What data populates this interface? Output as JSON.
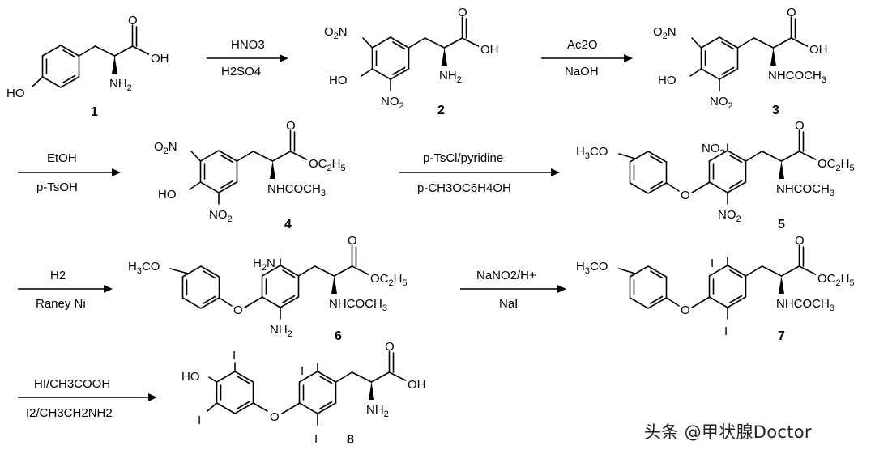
{
  "steps": [
    {
      "reagent_top": "HNO3",
      "reagent_bottom": "H2SO4"
    },
    {
      "reagent_top": "Ac2O",
      "reagent_bottom": "NaOH"
    },
    {
      "reagent_top": "EtOH",
      "reagent_bottom": "p-TsOH"
    },
    {
      "reagent_top": "p-TsCl/pyridine",
      "reagent_bottom": "p-CH3OC6H4OH"
    },
    {
      "reagent_top": "H2",
      "reagent_bottom": "Raney Ni"
    },
    {
      "reagent_top": "NaNO2/H+",
      "reagent_bottom": "NaI"
    },
    {
      "reagent_top": "HI/CH3COOH",
      "reagent_bottom": "I2/CH3CH2NH2"
    }
  ],
  "compounds": [
    {
      "number": "1"
    },
    {
      "number": "2"
    },
    {
      "number": "3"
    },
    {
      "number": "4"
    },
    {
      "number": "5"
    },
    {
      "number": "6"
    },
    {
      "number": "7"
    },
    {
      "number": "8"
    }
  ],
  "watermark": "头条 @甲状腺Doctor"
}
